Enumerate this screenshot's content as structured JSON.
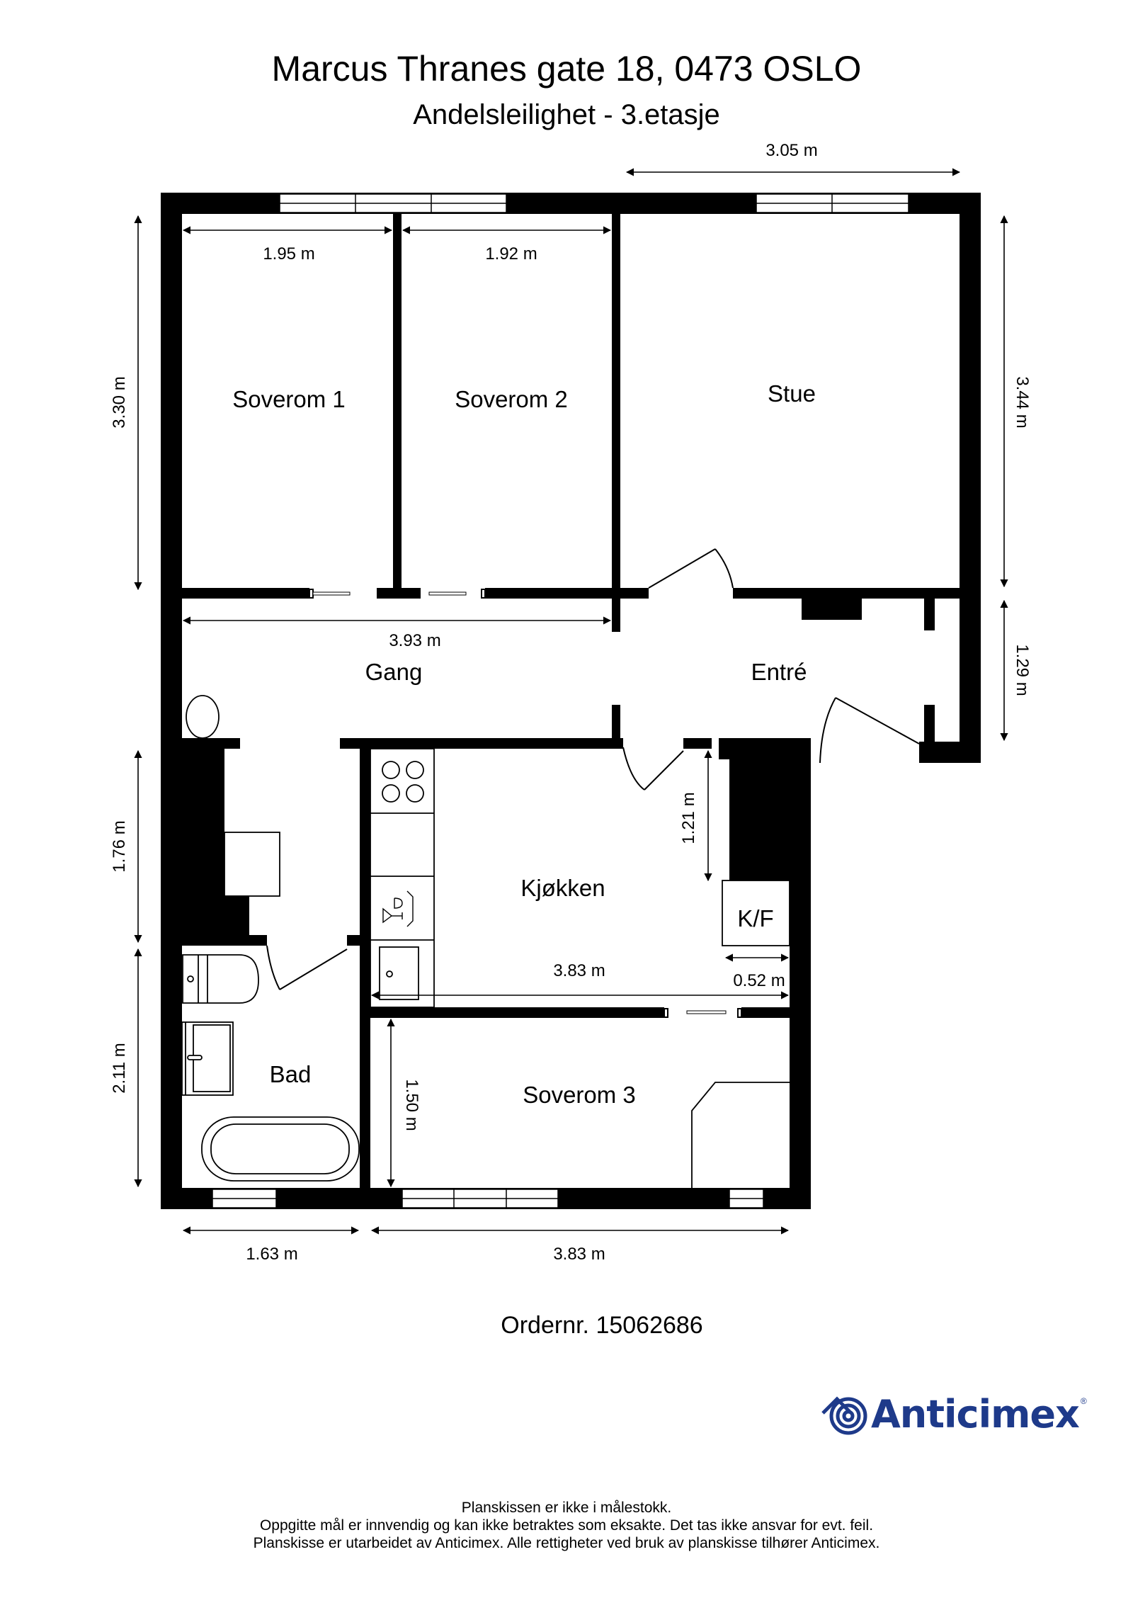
{
  "header": {
    "title": "Marcus Thranes gate 18, 0473 OSLO",
    "subtitle": "Andelsleilighet  - 3.etasje"
  },
  "rooms": [
    {
      "id": "soverom1",
      "label": "Soverom 1"
    },
    {
      "id": "soverom2",
      "label": "Soverom 2"
    },
    {
      "id": "stue",
      "label": "Stue"
    },
    {
      "id": "gang",
      "label": "Gang"
    },
    {
      "id": "entre",
      "label": "Entré"
    },
    {
      "id": "kjokken",
      "label": "Kjøkken"
    },
    {
      "id": "bad",
      "label": "Bad"
    },
    {
      "id": "soverom3",
      "label": "Soverom 3"
    },
    {
      "id": "kf",
      "label": "K/F"
    }
  ],
  "dimensions": {
    "stue_width": "3.05 m",
    "soverom1_width": "1.95 m",
    "soverom2_width": "1.92 m",
    "left_top_height": "3.30 m",
    "right_top_height": "3.44 m",
    "gang_width": "3.93 m",
    "entre_height": "1.29 m",
    "left_mid_height": "1.76 m",
    "kjokken_height": "1.21 m",
    "kjokken_width": "3.83 m",
    "kf_width": "0.52 m",
    "left_bottom_height": "2.11 m",
    "soverom3_height": "1.50 m",
    "bad_width": "1.63 m",
    "soverom3_width": "3.83 m"
  },
  "order": {
    "text": "Ordernr. 15062686"
  },
  "logo": {
    "name": "Anticimex",
    "reg": "®",
    "color": "#1e3a8a"
  },
  "footer": {
    "line1": "Planskissen er ikke i målestokk.",
    "line2": "Oppgitte mål er innvendig og kan ikke betraktes som eksakte. Det tas ikke ansvar for evt. feil.",
    "line3": "Planskisse er utarbeidet av Anticimex. Alle rettigheter ved bruk av planskisse tilhører Anticimex."
  },
  "colors": {
    "wall": "#000000",
    "background": "#ffffff",
    "brand": "#1e3a8a"
  }
}
